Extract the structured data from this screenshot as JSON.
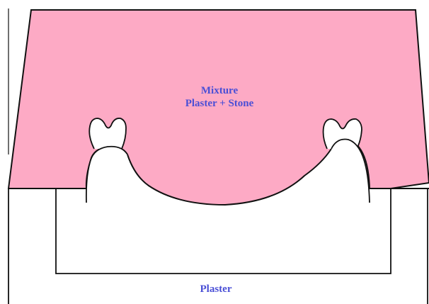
{
  "labels": {
    "mixture_line1": "Mixture",
    "mixture_line2": "Plaster + Stone",
    "plaster": "Plaster"
  },
  "colors": {
    "mixture_fill": "#fdaac5",
    "label_text": "#4a4fd6",
    "outline": "#111111",
    "tooth_fill": "#ffffff"
  }
}
